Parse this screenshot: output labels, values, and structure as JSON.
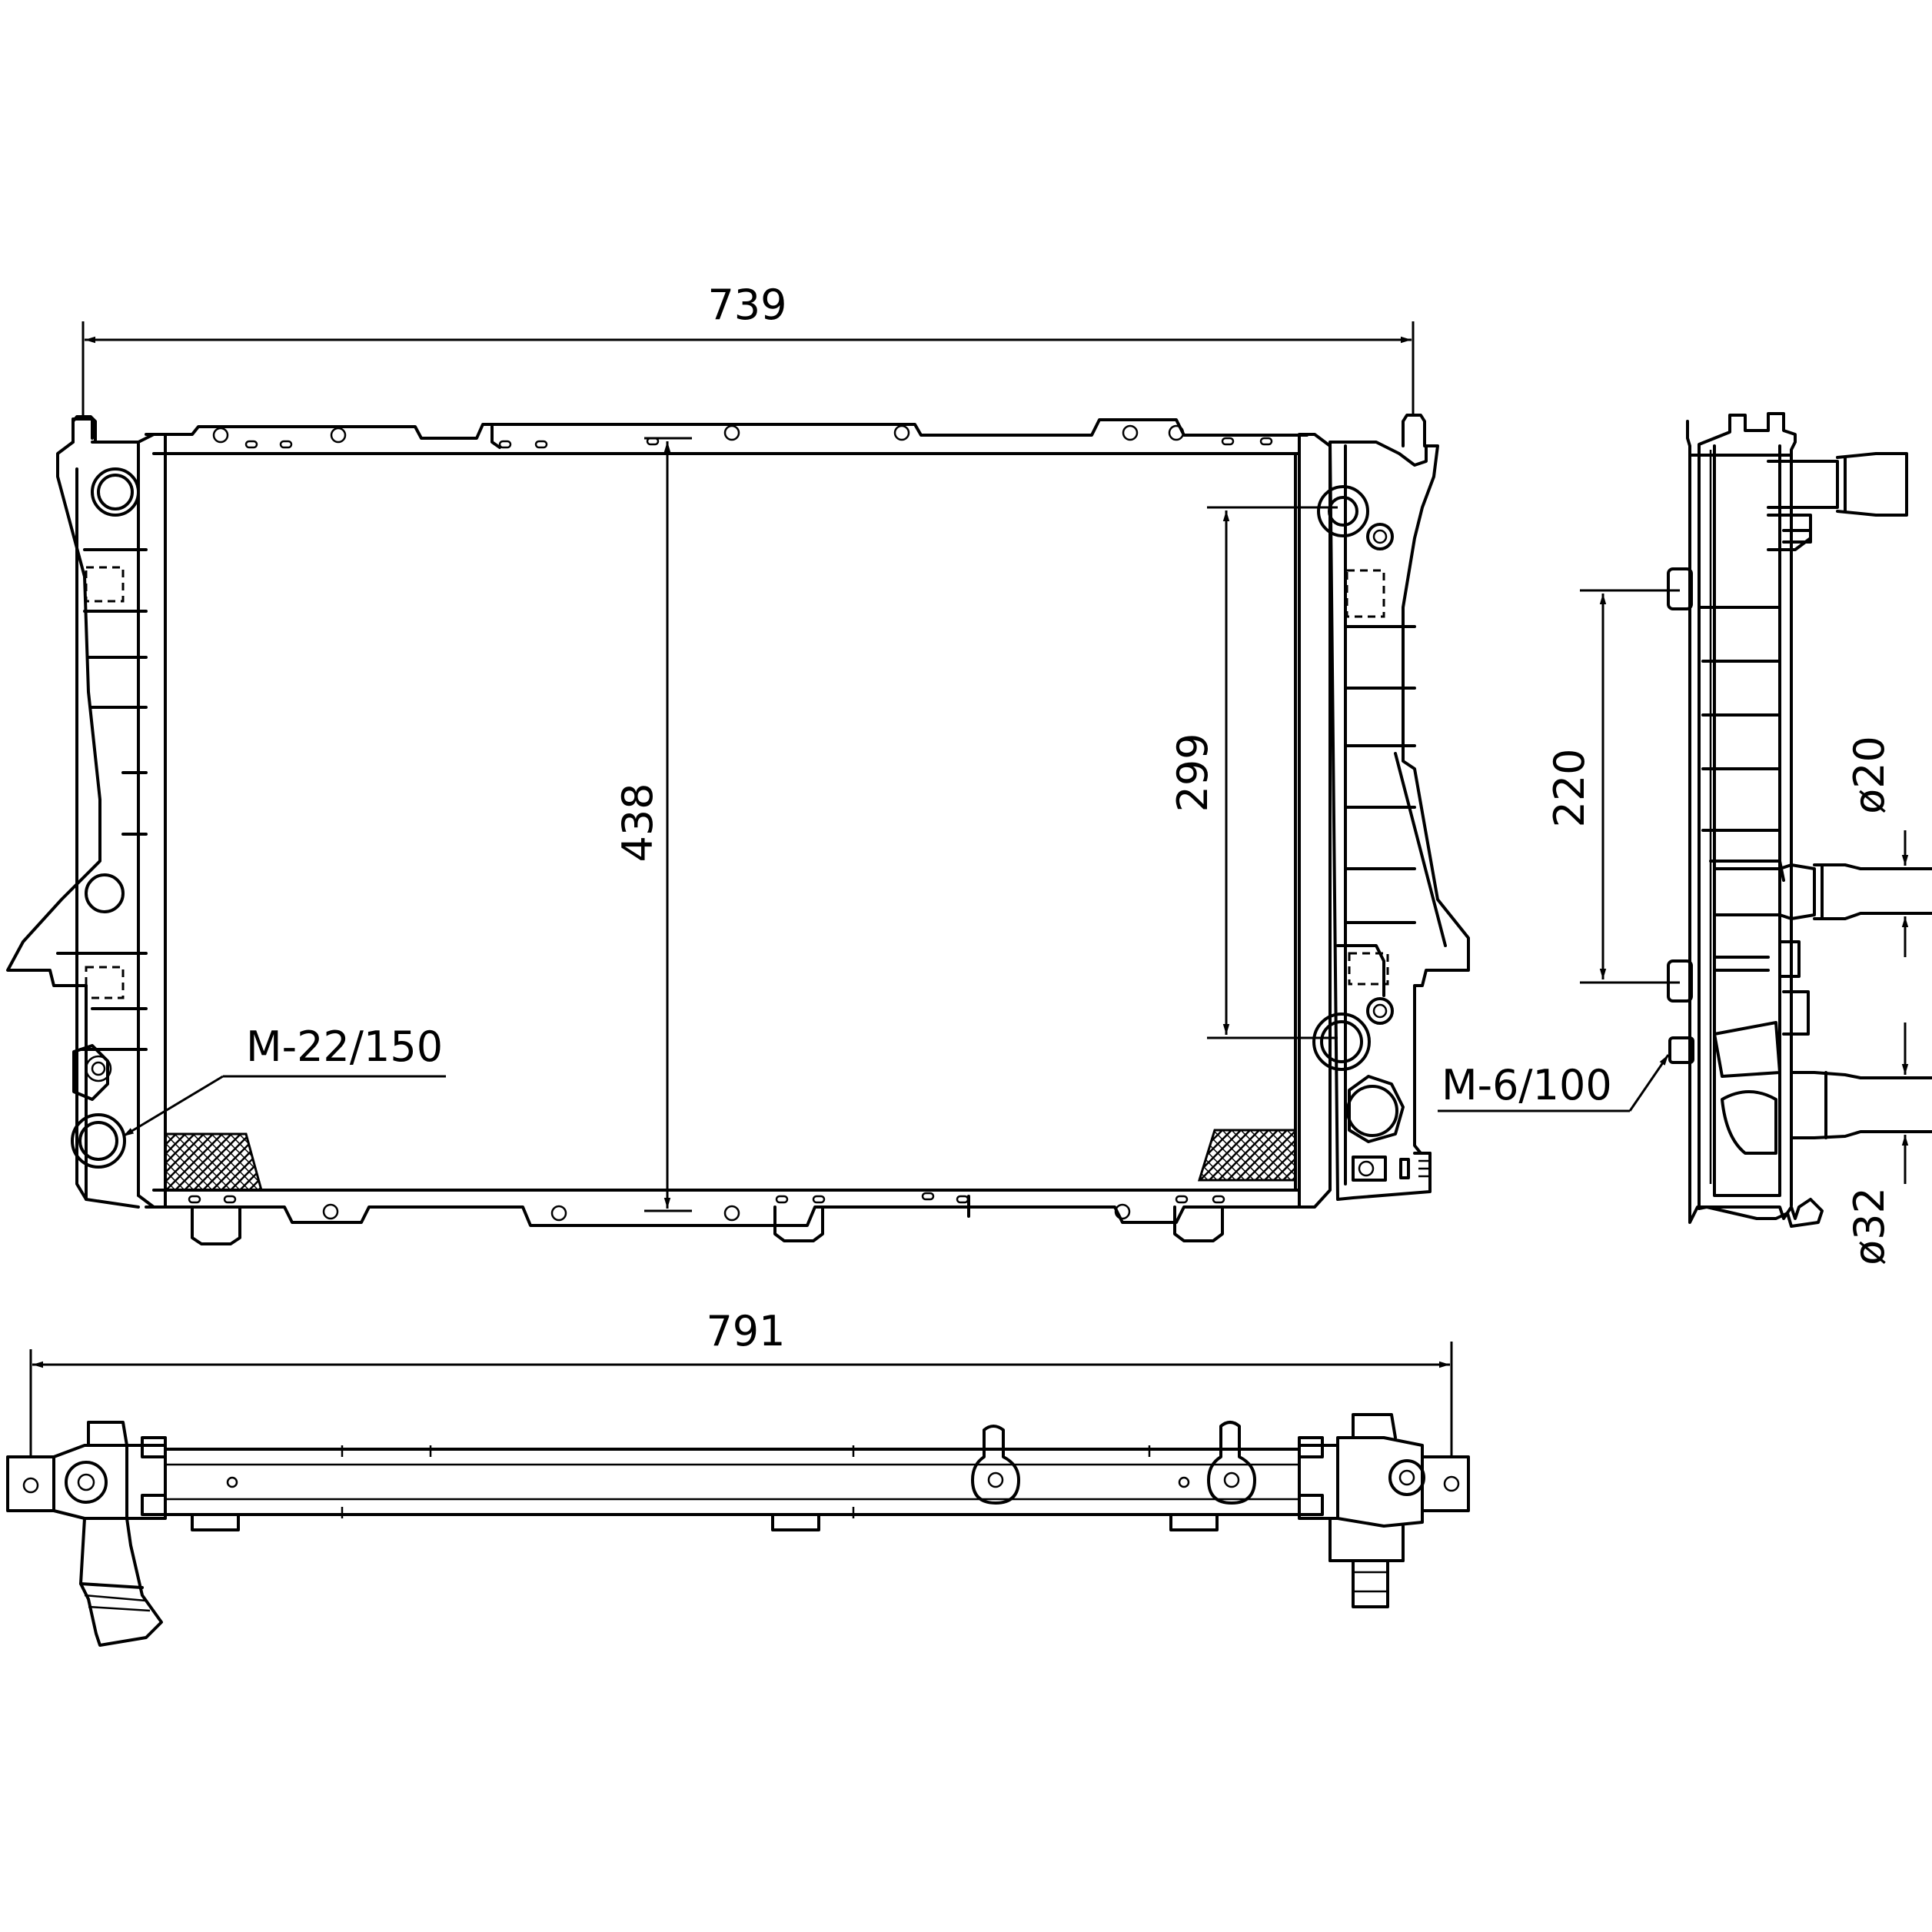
{
  "dimensions": {
    "width_top": "739",
    "height_core": "438",
    "height_tank_ports": "299",
    "width_overall": "791",
    "side_port_spacing": "220",
    "diameter_upper": "ø20",
    "diameter_lower": "ø32"
  },
  "callouts": {
    "drain_plug": "M-22/150",
    "sensor_port": "M-6/100"
  },
  "colors": {
    "line": "#000000",
    "background": "#ffffff"
  }
}
